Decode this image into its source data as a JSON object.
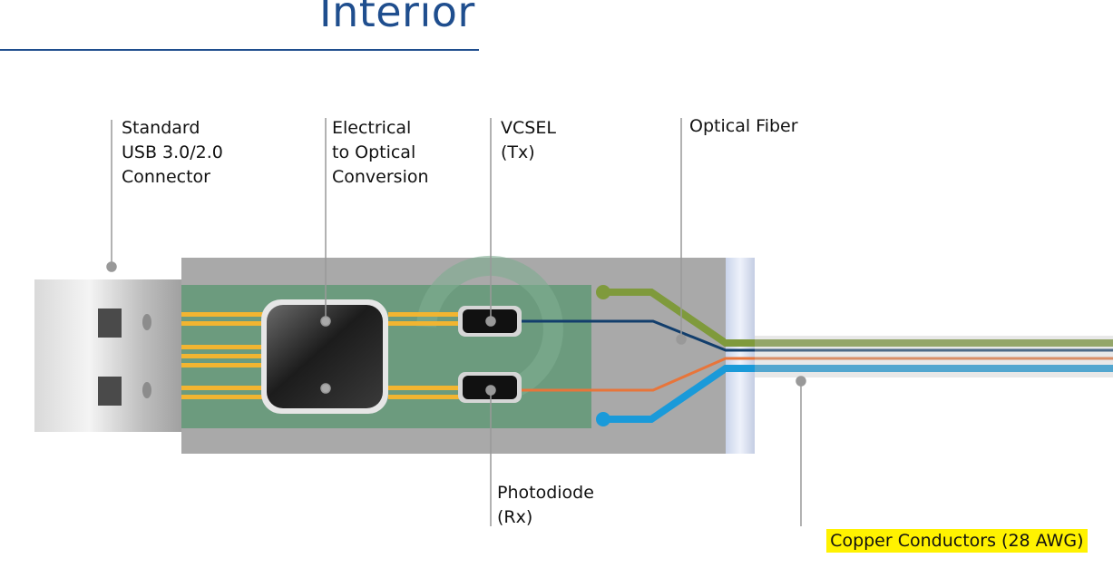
{
  "title": "Interior",
  "labels": {
    "connector": "Standard\nUSB 3.0/2.0\nConnector",
    "conversion": "Electrical\nto Optical\nConversion",
    "vcsel": "VCSEL\n(Tx)",
    "fiber": "Optical Fiber",
    "photodiode": "Photodiode\n(Rx)",
    "copper": "Copper Conductors (28 AWG)"
  },
  "colors": {
    "title_blue": "#1f4e8e",
    "housing_gray": "#a9a9a9",
    "pcb_green": "#6c9b7e",
    "gold_trace": "#f2b531",
    "fiber_green": "#7f9a3c",
    "fiber_blue": "#1a9ad9",
    "wire_orange": "#e8753a",
    "wire_navy": "#123e6c",
    "highlight": "#fff200"
  }
}
